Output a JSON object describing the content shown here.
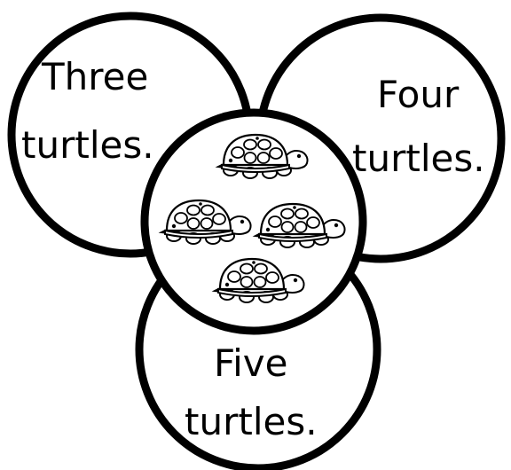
{
  "options": [
    {
      "line1": "Three",
      "line2": "turtles."
    },
    {
      "line1": "Four",
      "line2": "turtles."
    },
    {
      "line1": "Five",
      "line2": "turtles."
    }
  ],
  "center": {
    "turtle_count": 4,
    "icon": "turtle-icon"
  },
  "colors": {
    "stroke": "#000000",
    "fill": "#ffffff"
  }
}
